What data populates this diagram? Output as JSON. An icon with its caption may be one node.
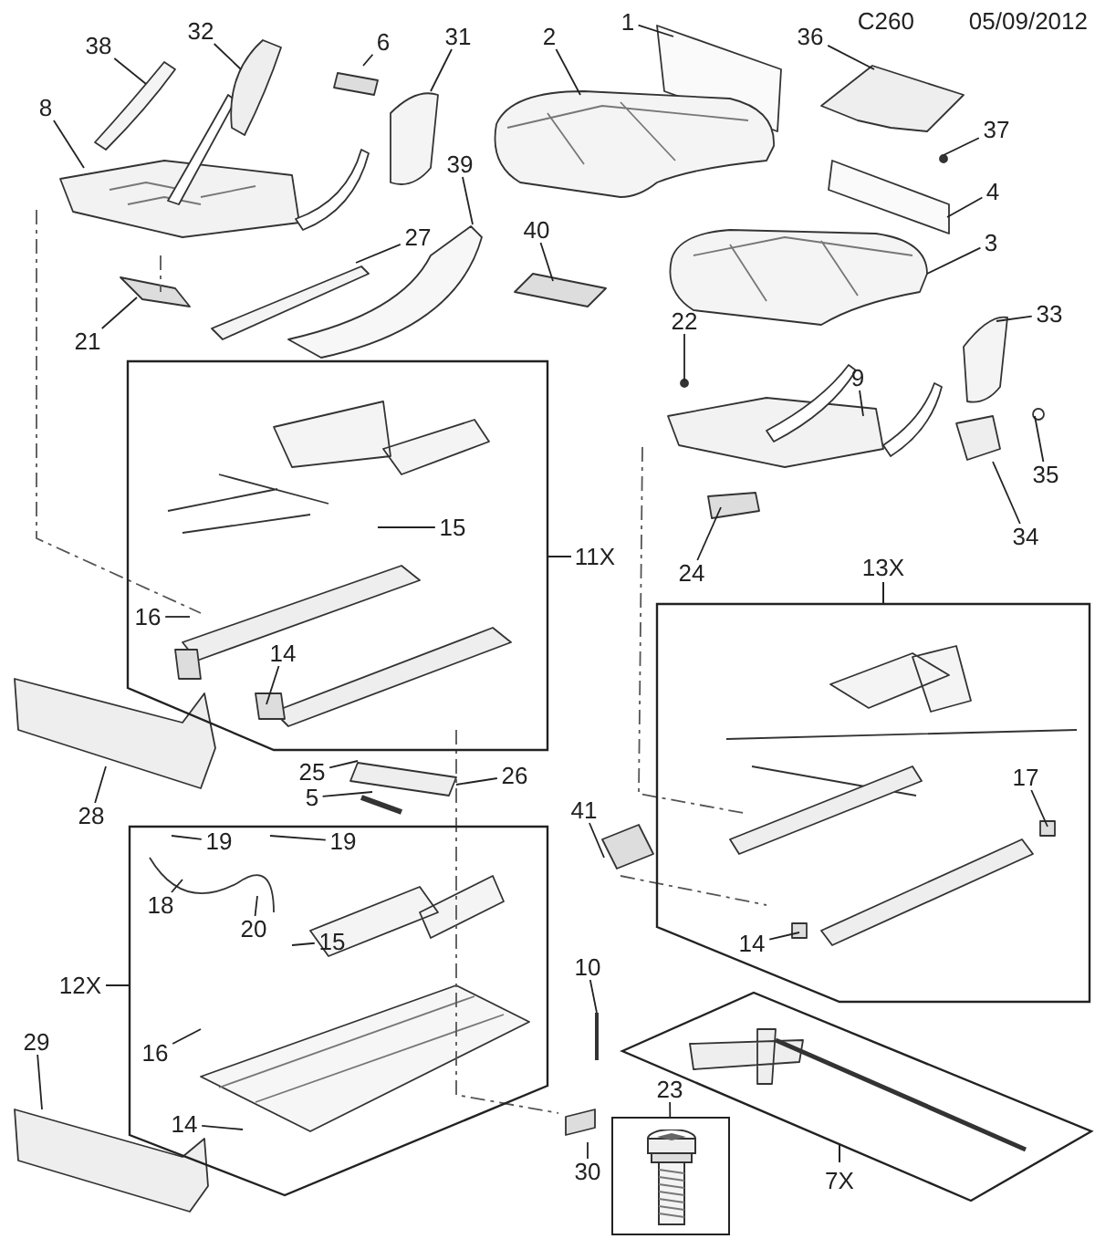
{
  "diagram": {
    "nodes": [
      {
        "text": [
          "1"
        ]
      },
      {
        "text": [
          "2"
        ]
      },
      {
        "text": [
          "36"
        ]
      },
      {
        "text": [
          "37"
        ]
      },
      {
        "text": [
          "6"
        ]
      },
      {
        "text": [
          "31"
        ]
      },
      {
        "text": [
          "32"
        ]
      },
      {
        "text": [
          "38"
        ]
      },
      {
        "text": [
          "8"
        ]
      },
      {
        "text": [
          "4"
        ]
      },
      {
        "text": [
          "3"
        ]
      },
      {
        "text": [
          "39"
        ]
      },
      {
        "text": [
          "27"
        ]
      },
      {
        "text": [
          "40"
        ]
      },
      {
        "text": [
          "21"
        ]
      },
      {
        "text": [
          "22"
        ]
      },
      {
        "text": [
          "33"
        ]
      },
      {
        "text": [
          "9"
        ]
      },
      {
        "text": [
          "35"
        ]
      },
      {
        "text": [
          "34"
        ]
      },
      {
        "text": [
          "24"
        ]
      },
      {
        "text": [
          "11X"
        ]
      },
      {
        "text": [
          "15"
        ],
        "in": 21
      },
      {
        "text": [
          "16"
        ],
        "in": 21
      },
      {
        "text": [
          "14"
        ],
        "in": 21
      },
      {
        "text": [
          "13X"
        ]
      },
      {
        "text": [
          "17"
        ],
        "in": 25
      },
      {
        "text": [
          "14"
        ],
        "in": 25
      },
      {
        "text": [
          "28"
        ]
      },
      {
        "text": [
          "25"
        ]
      },
      {
        "text": [
          "26"
        ]
      },
      {
        "text": [
          "5"
        ]
      },
      {
        "text": [
          "12X"
        ]
      },
      {
        "text": [
          "19"
        ],
        "in": 32
      },
      {
        "text": [
          "19"
        ],
        "in": 32
      },
      {
        "text": [
          "18"
        ],
        "in": 32
      },
      {
        "text": [
          "20"
        ],
        "in": 32
      },
      {
        "text": [
          "15"
        ],
        "in": 32
      },
      {
        "text": [
          "16"
        ],
        "in": 32
      },
      {
        "text": [
          "14"
        ],
        "in": 32
      },
      {
        "text": [
          "10"
        ]
      },
      {
        "text": [
          "41"
        ]
      },
      {
        "text": [
          "29"
        ]
      },
      {
        "text": [
          "30"
        ]
      },
      {
        "text": [
          "23"
        ]
      },
      {
        "text": [],
        "shape": "box"
      },
      {
        "text": [
          "7X"
        ]
      }
    ],
    "edges": [
      {
        "from": 0,
        "to": null,
        "arrow": "none"
      },
      {
        "from": 1,
        "to": null,
        "arrow": "none"
      },
      {
        "from": 2,
        "to": null,
        "arrow": "none"
      },
      {
        "from": 3,
        "to": null,
        "arrow": "none"
      },
      {
        "from": 4,
        "to": null,
        "arrow": "none"
      },
      {
        "from": 5,
        "to": null,
        "arrow": "none"
      },
      {
        "from": 6,
        "to": null,
        "arrow": "none"
      },
      {
        "from": 7,
        "to": null,
        "arrow": "none"
      },
      {
        "from": 8,
        "to": null,
        "arrow": "none"
      },
      {
        "from": 9,
        "to": null,
        "arrow": "none"
      },
      {
        "from": 10,
        "to": null,
        "arrow": "none"
      },
      {
        "from": 11,
        "to": null,
        "arrow": "none"
      },
      {
        "from": 12,
        "to": null,
        "arrow": "none"
      },
      {
        "from": 13,
        "to": null,
        "arrow": "none"
      },
      {
        "from": 14,
        "to": null,
        "arrow": "none"
      },
      {
        "from": 15,
        "to": null,
        "arrow": "none"
      },
      {
        "from": 16,
        "to": null,
        "arrow": "none"
      },
      {
        "from": 17,
        "to": null,
        "arrow": "none"
      },
      {
        "from": 18,
        "to": null,
        "arrow": "none"
      },
      {
        "from": 19,
        "to": null,
        "arrow": "none"
      },
      {
        "from": 20,
        "to": null,
        "arrow": "none"
      },
      {
        "from": 22,
        "to": null,
        "arrow": "none"
      },
      {
        "from": 23,
        "to": null,
        "arrow": "none"
      },
      {
        "from": 24,
        "to": null,
        "arrow": "none"
      },
      {
        "from": 26,
        "to": null,
        "arrow": "none"
      },
      {
        "from": 27,
        "to": null,
        "arrow": "none"
      },
      {
        "from": 28,
        "to": null,
        "arrow": "none"
      },
      {
        "from": 29,
        "to": null,
        "arrow": "none"
      },
      {
        "from": 30,
        "to": null,
        "arrow": "none"
      },
      {
        "from": 31,
        "to": null,
        "arrow": "none"
      },
      {
        "from": 33,
        "to": null,
        "arrow": "none"
      },
      {
        "from": 34,
        "to": null,
        "arrow": "none"
      },
      {
        "from": 35,
        "to": null,
        "arrow": "none"
      },
      {
        "from": 36,
        "to": null,
        "arrow": "none"
      },
      {
        "from": 37,
        "to": null,
        "arrow": "none"
      },
      {
        "from": 38,
        "to": null,
        "arrow": "none"
      },
      {
        "from": 39,
        "to": null,
        "arrow": "none"
      },
      {
        "from": 40,
        "to": null,
        "arrow": "none"
      },
      {
        "from": 41,
        "to": null,
        "arrow": "none"
      },
      {
        "from": 42,
        "to": null,
        "arrow": "none"
      },
      {
        "from": 43,
        "to": null,
        "arrow": "none"
      },
      {
        "from": 44,
        "to": 45,
        "arrow": "none"
      }
    ],
    "labels": [
      "C260",
      "05/09/2012"
    ]
  }
}
